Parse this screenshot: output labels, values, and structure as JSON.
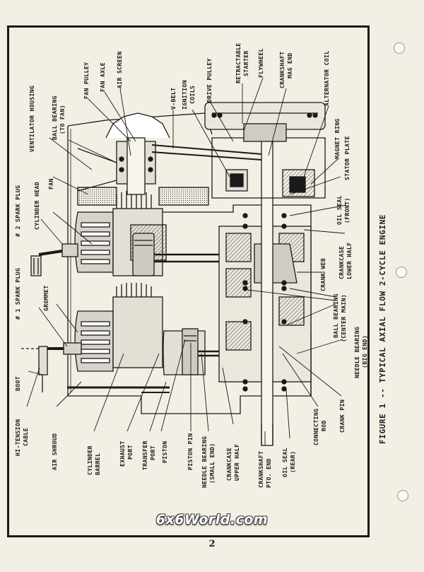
{
  "figure": {
    "caption": "FIGURE 1 -- TYPICAL AXIAL FLOW 2-CYCLE ENGINE"
  },
  "labels": {
    "ball_bearing_fan": [
      "BALL BEARING",
      "(TO FAN)"
    ],
    "fan_pulley": "FAN PULLEY",
    "fan_axle": "FAN AXLE",
    "air_screen": "AIR SCREEN",
    "v_belt": "V-BELT",
    "ignition_coils": [
      "IGNITION",
      "COILS"
    ],
    "drive_pulley": "DRIVE PULLEY",
    "retractable_starter": [
      "RETRACTABLE",
      "STARTER"
    ],
    "flywheel": "FLYWHEEL",
    "crankshaft_mag_end": [
      "CRANKSHAFT",
      "MAG END"
    ],
    "alternator_coil": "ALTERNATOR COIL",
    "ventilator_housing": "VENTILATOR HOUSING",
    "magnet_ring": "MAGNET RING",
    "stator_plate": "STATOR PLATE",
    "fan": "FAN",
    "spark_plug_2": "# 2 SPARK PLUG",
    "cylinder_head": "CYLINDER HEAD",
    "oil_seal_front": [
      "OIL SEAL",
      "(FRONT)"
    ],
    "crankcase_lower_half": [
      "CRANKCASE",
      "LOWER HALF"
    ],
    "crank_web": "CRANK WEB",
    "spark_plug_1": "# 1 SPARK PLUG",
    "grommet": "GROMMET",
    "ball_bearing_center": [
      "BALL BEARING",
      "(CENTER MAIN)"
    ],
    "needle_bearing_big": [
      "NEEDLE BEARING",
      "(BIG END)"
    ],
    "boot": "BOOT",
    "hi_tension_cable": [
      "HI-TENSION",
      "CABLE"
    ],
    "air_shroud": "AIR SHROUD",
    "cylinder_barrel": [
      "CYLINDER",
      "BARREL"
    ],
    "exhaust_port": [
      "EXHAUST",
      "PORT"
    ],
    "transfer_port": [
      "TRANSFER",
      "PORT"
    ],
    "piston": "PISTON",
    "piston_pin": "PISTON PIN",
    "needle_bearing_small": [
      "NEEDLE BEARING",
      "(SMALL END)"
    ],
    "crankcase_upper_half": [
      "CRANKCASE",
      "UPPER HALF"
    ],
    "crankshaft_pto_end": [
      "CRANKSHAFT",
      "PTO. END"
    ],
    "oil_seal_rear": [
      "OIL SEAL",
      "(REAR)"
    ],
    "connecting_rod": [
      "CONNECTING",
      "ROD"
    ],
    "crank_pin": "CRANK PIN"
  },
  "footer": {
    "watermark": "6x6World.com",
    "page_number": "2"
  },
  "colors": {
    "ink": "#1a1a1a",
    "paper": "#f3efe4",
    "metal": "#bdb9b0"
  }
}
